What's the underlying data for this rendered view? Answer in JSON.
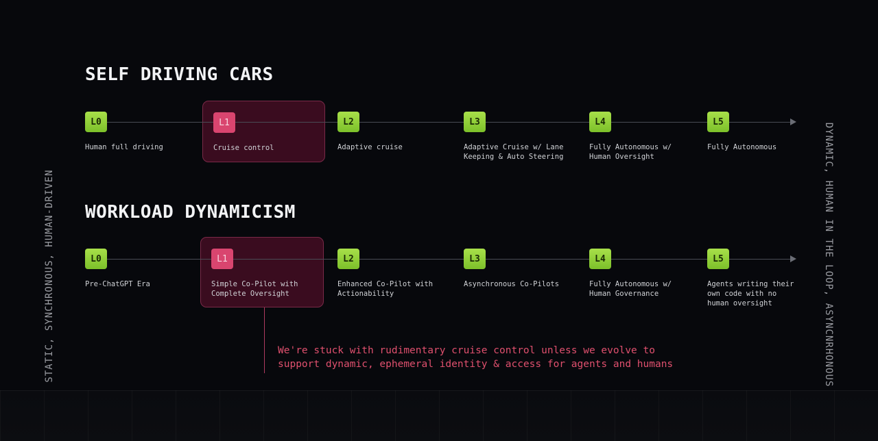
{
  "sections": [
    {
      "title": "SELF DRIVING CARS",
      "levels": [
        {
          "badge": "L0",
          "label": "Human full driving"
        },
        {
          "badge": "L1",
          "label": "Cruise control"
        },
        {
          "badge": "L2",
          "label": "Adaptive cruise"
        },
        {
          "badge": "L3",
          "label": "Adaptive Cruise w/ Lane\nKeeping & Auto Steering"
        },
        {
          "badge": "L4",
          "label": "Fully Autonomous w/\nHuman Oversight"
        },
        {
          "badge": "L5",
          "label": "Fully Autonomous"
        }
      ]
    },
    {
      "title": "WORKLOAD DYNAMICISM",
      "levels": [
        {
          "badge": "L0",
          "label": "Pre-ChatGPT Era"
        },
        {
          "badge": "L1",
          "label": "Simple Co-Pilot with\nComplete Oversight"
        },
        {
          "badge": "L2",
          "label": "Enhanced Co-Pilot with\nActionability"
        },
        {
          "badge": "L3",
          "label": "Asynchronous Co-Pilots"
        },
        {
          "badge": "L4",
          "label": "Fully Autonomous w/\nHuman Governance"
        },
        {
          "badge": "L5",
          "label": "Agents writing their\nown code with no\nhuman oversight"
        }
      ]
    }
  ],
  "callout": "We're stuck with rudimentary cruise control unless we evolve to\nsupport dynamic, ephemeral identity & access for agents and humans",
  "left_axis": "STATIC, SYNCHRONOUS, HUMAN-DRIVEN",
  "right_axis": "DYNAMIC, HUMAN IN THE LOOP, ASYNCNRHONOUS",
  "colors": {
    "green": "#9bd83e",
    "pink": "#d9456f",
    "highlight": "#3a0c1f"
  }
}
